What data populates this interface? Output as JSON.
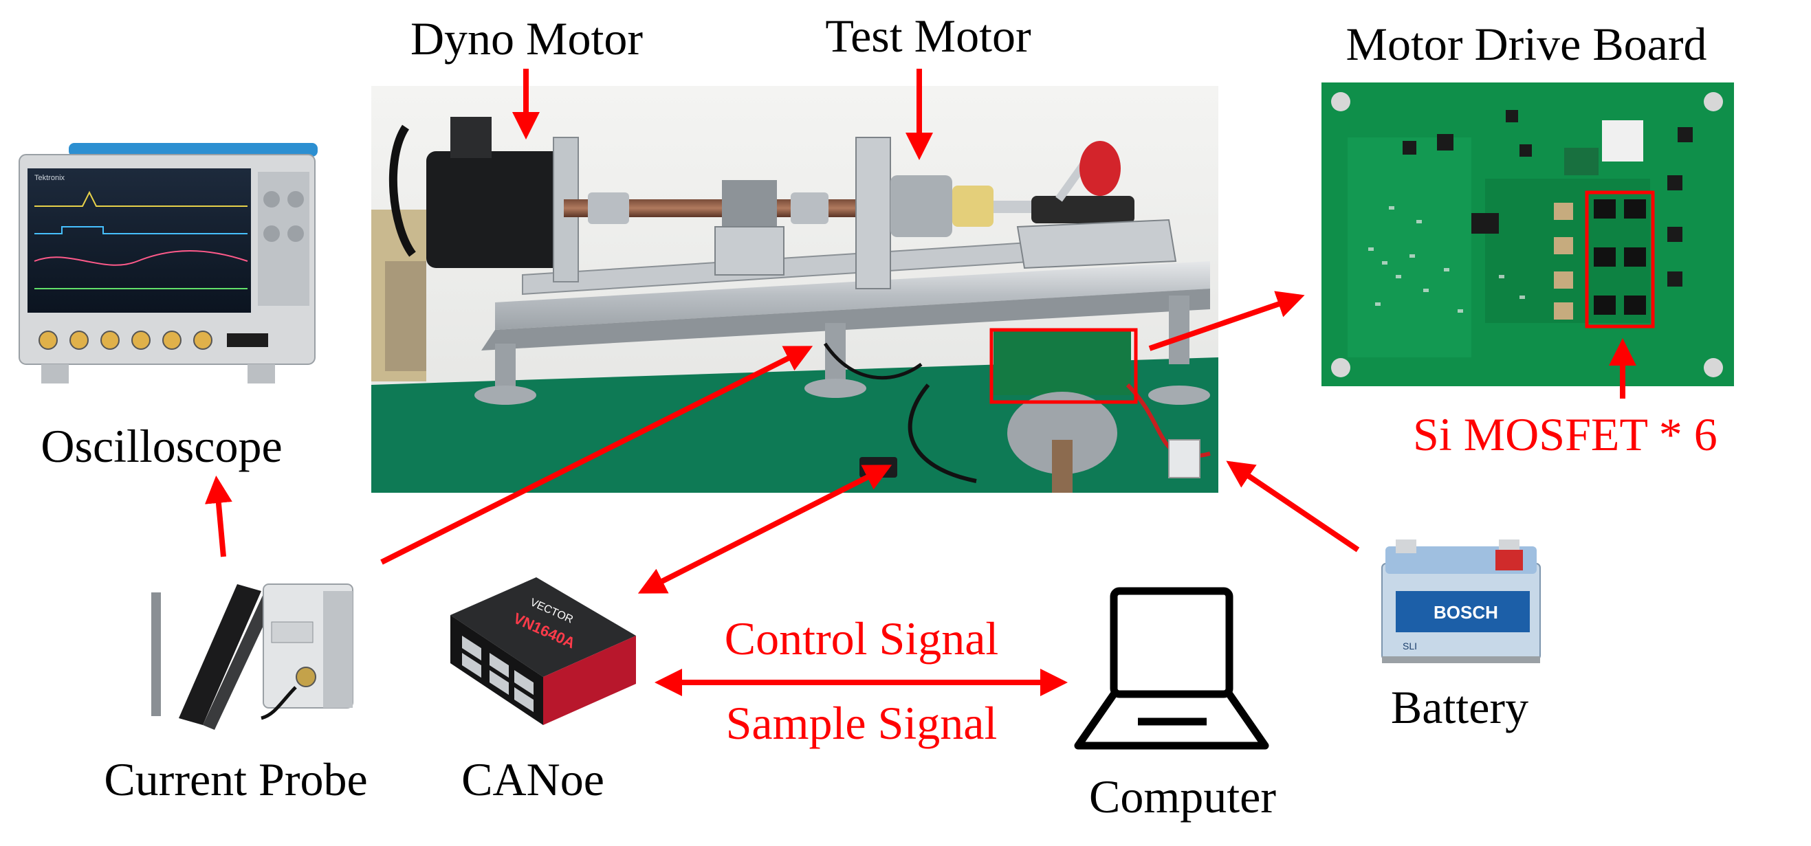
{
  "labels": {
    "dyno_motor": "Dyno Motor",
    "test_motor": "Test Motor",
    "motor_drive_board": "Motor Drive Board",
    "mosfet": "Si MOSFET * 6",
    "oscilloscope": "Oscilloscope",
    "current_probe": "Current Probe",
    "canoe": "CANoe",
    "control_signal": "Control Signal",
    "sample_signal": "Sample Signal",
    "computer": "Computer",
    "battery": "Battery"
  },
  "device_text": {
    "oscilloscope_brand": "Tektronix",
    "vector_brand": "VECTOR",
    "vector_model": "VN1640A",
    "battery_brand": "BOSCH",
    "battery_series": "SLI"
  },
  "colors": {
    "arrow": "#ff0000",
    "highlight": "#ff0000",
    "pcb_green": "#0f8f4a",
    "bench_green": "#0e7a55",
    "aluminum": "#c8ccd0"
  }
}
